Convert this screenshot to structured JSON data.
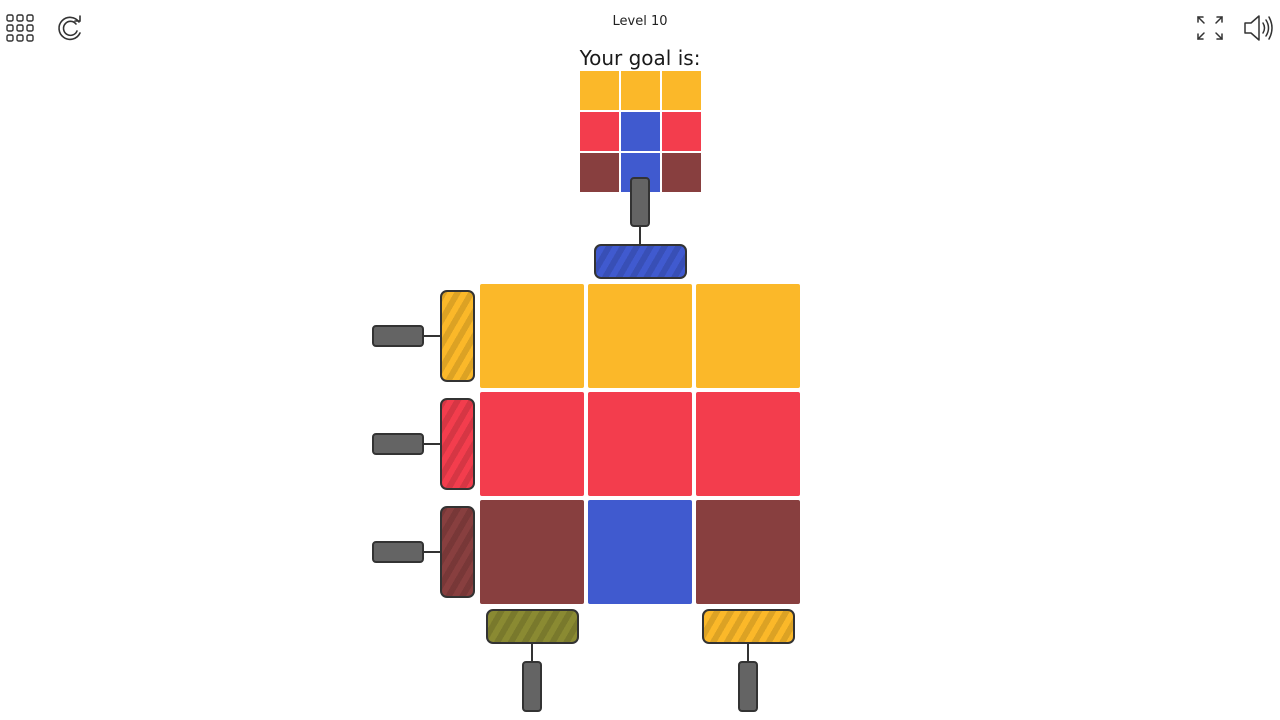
{
  "header": {
    "level_title": "Level 10",
    "menu_icon": "grid-menu-icon",
    "restart_icon": "restart-icon",
    "fullscreen_icon": "fullscreen-icon",
    "sound_icon": "speaker-icon"
  },
  "goal": {
    "label": "Your goal is:",
    "grid": [
      [
        "yellow",
        "yellow",
        "yellow"
      ],
      [
        "red",
        "blue",
        "red"
      ],
      [
        "maroon",
        "blue",
        "maroon"
      ]
    ]
  },
  "board": {
    "grid": [
      [
        "yellow",
        "yellow",
        "yellow"
      ],
      [
        "red",
        "red",
        "red"
      ],
      [
        "maroon",
        "blue",
        "maroon"
      ]
    ]
  },
  "rollers": {
    "top": {
      "color": "blue",
      "column": 2
    },
    "left": [
      {
        "color": "yellow",
        "row": 1
      },
      {
        "color": "red",
        "row": 2
      },
      {
        "color": "maroon",
        "row": 3
      }
    ],
    "bottom": [
      {
        "color": "olive",
        "column": 1
      },
      {
        "color": "yellow",
        "column": 3
      }
    ]
  },
  "colors": {
    "yellow": "#FBB829",
    "red": "#F33D4D",
    "maroon": "#883F3F",
    "blue": "#405ACF",
    "olive": "#8A8A32",
    "handle": "#646464",
    "outline": "#333333"
  }
}
